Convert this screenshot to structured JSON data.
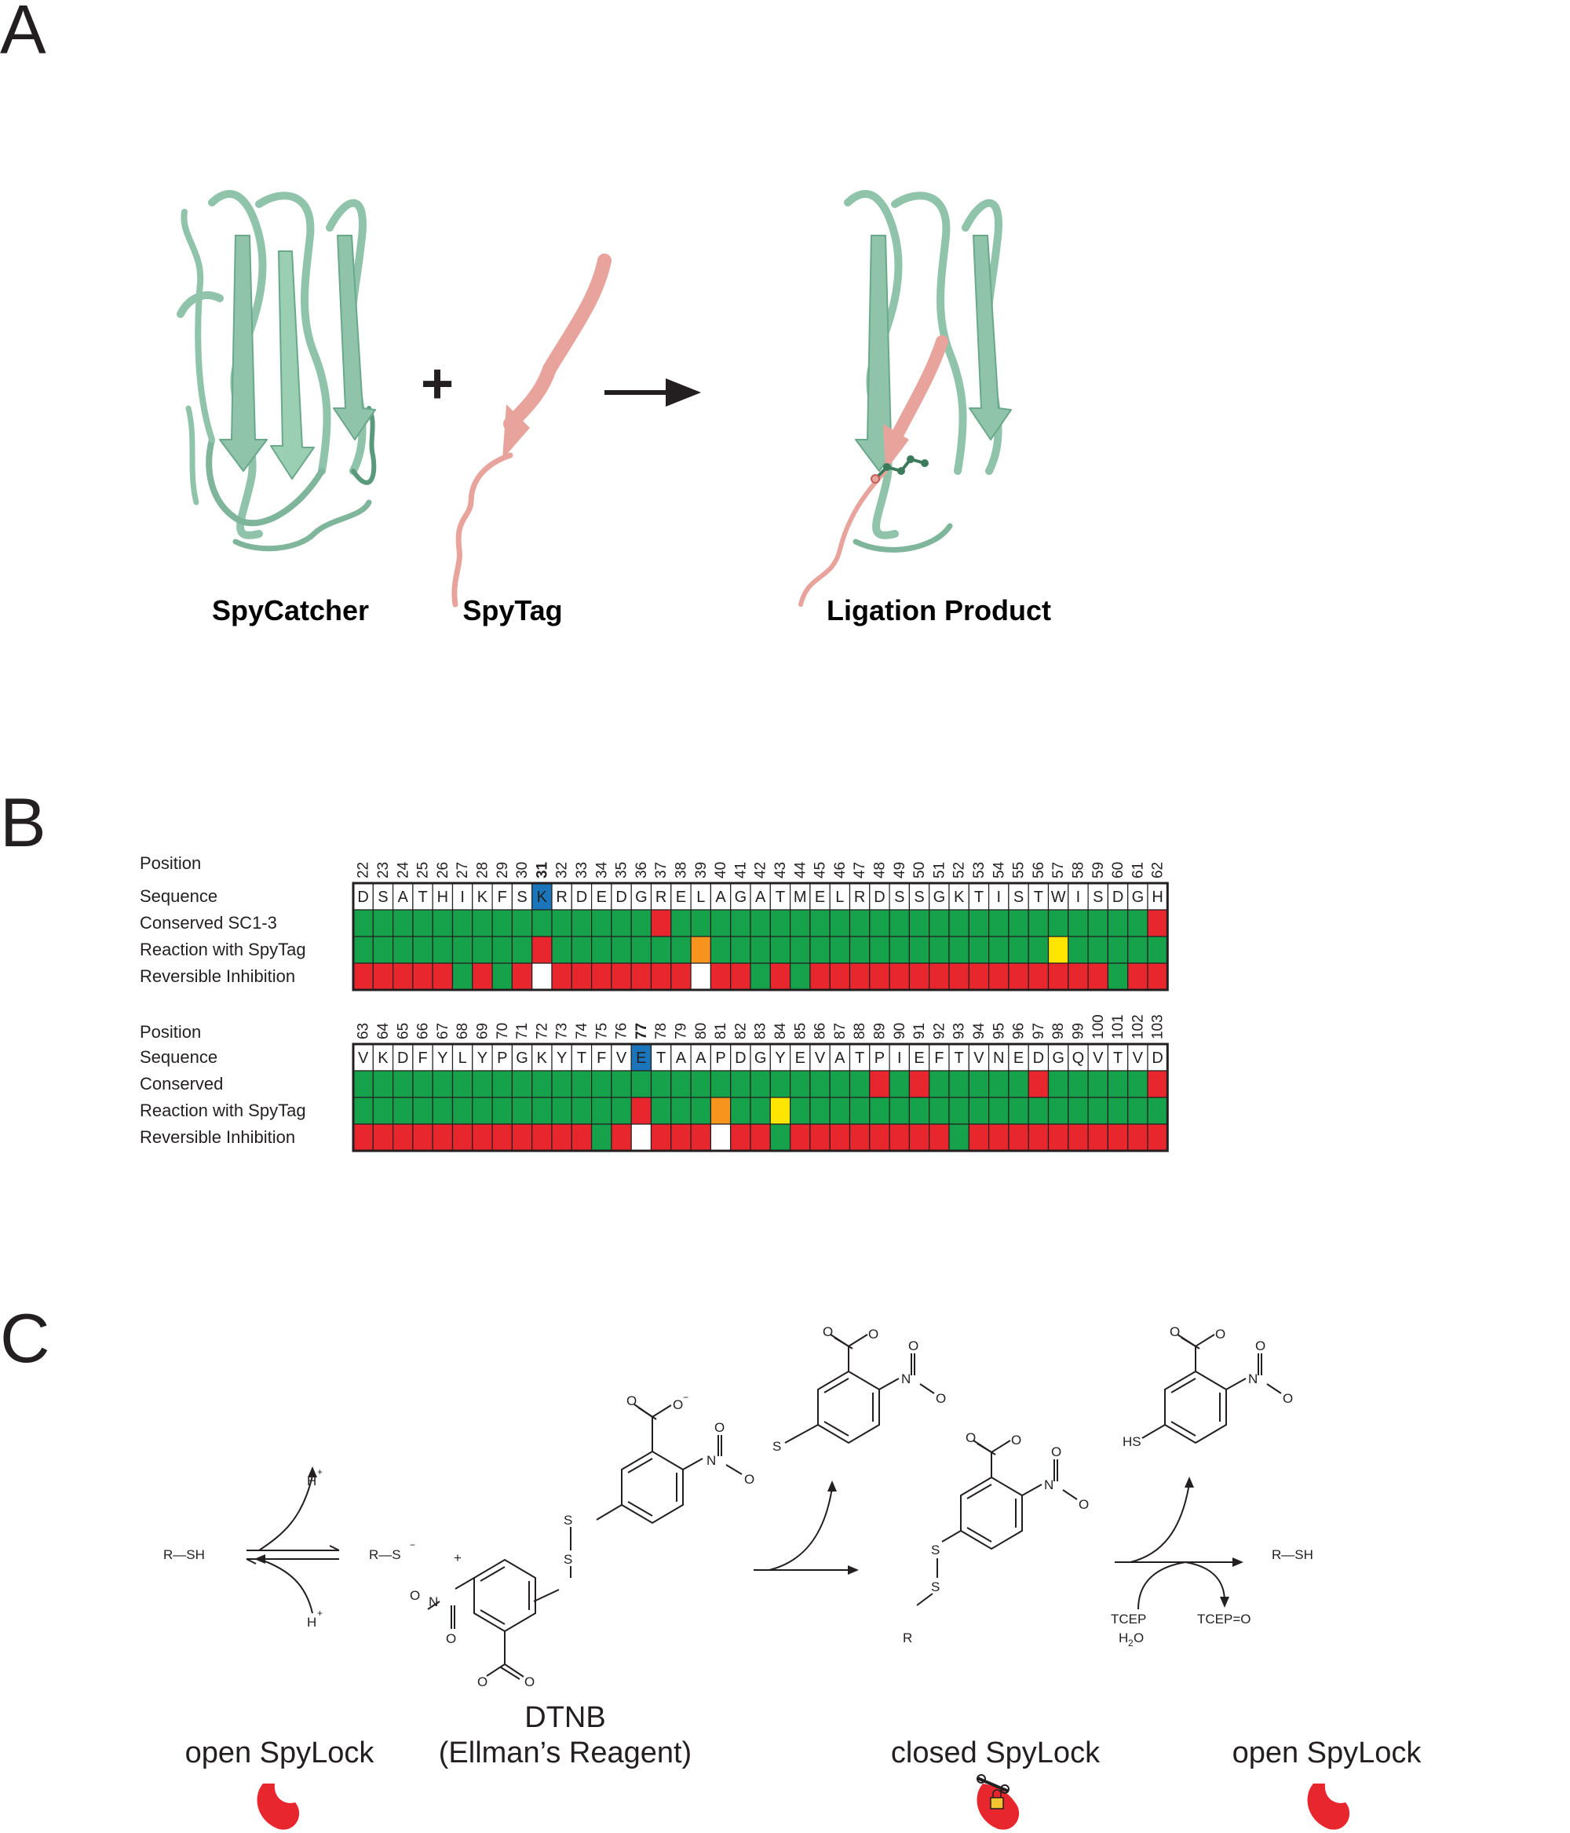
{
  "panel_a": {
    "letter": "A",
    "labels": [
      {
        "text": "SpyCatcher",
        "color": "#4f8a6c"
      },
      {
        "text": "SpyTag",
        "color": "#d42a2a"
      },
      {
        "text": "Ligation Product",
        "color": "#3a3a3a"
      }
    ],
    "plus": "+",
    "colors": {
      "spycatcher": "#8fc4aa",
      "spycatcher_dark": "#5a9a7c",
      "spytag": "#e8a49c"
    }
  },
  "panel_b": {
    "letter": "B",
    "colors": {
      "green": "#16a24a",
      "red": "#e8262d",
      "orange": "#f7941d",
      "yellow": "#ffe600",
      "blue": "#1b75bb",
      "white": "#ffffff"
    },
    "blocks": [
      {
        "labels": [
          "Position",
          "Sequence",
          "Conserved SC1-3",
          "Reaction with SpyTag",
          "Reversible Inhibition"
        ],
        "positions": [
          "22",
          "23",
          "24",
          "25",
          "26",
          "27",
          "28",
          "29",
          "30",
          "31",
          "32",
          "33",
          "34",
          "35",
          "36",
          "37",
          "38",
          "39",
          "40",
          "41",
          "42",
          "43",
          "44",
          "45",
          "46",
          "47",
          "48",
          "49",
          "50",
          "51",
          "52",
          "53",
          "54",
          "55",
          "56",
          "57",
          "58",
          "59",
          "60",
          "61",
          "62"
        ],
        "bold_positions": [
          "31"
        ],
        "sequence": [
          "D",
          "S",
          "A",
          "T",
          "H",
          "I",
          "K",
          "F",
          "S",
          "K",
          "R",
          "D",
          "E",
          "D",
          "G",
          "R",
          "E",
          "L",
          "A",
          "G",
          "A",
          "T",
          "M",
          "E",
          "L",
          "R",
          "D",
          "S",
          "S",
          "G",
          "K",
          "T",
          "I",
          "S",
          "T",
          "W",
          "I",
          "S",
          "D",
          "G",
          "H"
        ],
        "highlight_index": 9,
        "conserved": "GGGGGGGGGGGGGGGRGGGGGGGGGGGGGGGGGGGGGGGGR",
        "reaction": "GGGGGGGGGRGGGGGGGOGGGGGGGGGGGGGGGGGYGGGGG",
        "inhibition": "RRRRRGRGRWRRRRRRRWRRGRGRRRRRRRRRRRRRRRGRR"
      },
      {
        "labels": [
          "Position",
          "Sequence",
          "Conserved",
          "Reaction with SpyTag",
          "Reversible Inhibition"
        ],
        "positions": [
          "63",
          "64",
          "65",
          "66",
          "67",
          "68",
          "69",
          "70",
          "71",
          "72",
          "73",
          "74",
          "75",
          "76",
          "77",
          "78",
          "79",
          "80",
          "81",
          "82",
          "83",
          "84",
          "85",
          "86",
          "87",
          "88",
          "89",
          "90",
          "91",
          "92",
          "93",
          "94",
          "95",
          "96",
          "97",
          "98",
          "99",
          "100",
          "101",
          "102",
          "103"
        ],
        "bold_positions": [
          "77"
        ],
        "sequence": [
          "V",
          "K",
          "D",
          "F",
          "Y",
          "L",
          "Y",
          "P",
          "G",
          "K",
          "Y",
          "T",
          "F",
          "V",
          "E",
          "T",
          "A",
          "A",
          "P",
          "D",
          "G",
          "Y",
          "E",
          "V",
          "A",
          "T",
          "P",
          "I",
          "E",
          "F",
          "T",
          "V",
          "N",
          "E",
          "D",
          "G",
          "Q",
          "V",
          "T",
          "V",
          "D"
        ],
        "highlight_index": 14,
        "conserved": "GGGGGGGGGGGGGGGGGGGGGGGGGGRGRGGGGGRGGGGGR",
        "reaction": "GGGGGGGGGGGGGGRGGGOGGYGGGGGGGGGGGGGGGGGGG",
        "inhibition": "RRRRRRRRRRRRGRWRRRWRRGRRRRRRRRGRRRRRRRRRR"
      }
    ]
  },
  "panel_c": {
    "letter": "C",
    "rsh": "R—SH",
    "rs_minus": "R—S",
    "h_plus": "H",
    "plus_small": "+",
    "tcep": "TCEP",
    "h2o": "H",
    "h2o_sub": "2",
    "h2o_o": "O",
    "tcep_o": "TCEP=O",
    "hs": "HS",
    "s_minus": "S",
    "o_minus": "O",
    "o": "O",
    "n": "N",
    "s": "S",
    "r": "R",
    "minus": "−",
    "captions": [
      "DTNB",
      "(Ellman’s Reagent)",
      "open SpyLock",
      "closed SpyLock",
      "open SpyLock"
    ],
    "lock_color": "#e8262d",
    "padlock_color": "#f4c430"
  }
}
